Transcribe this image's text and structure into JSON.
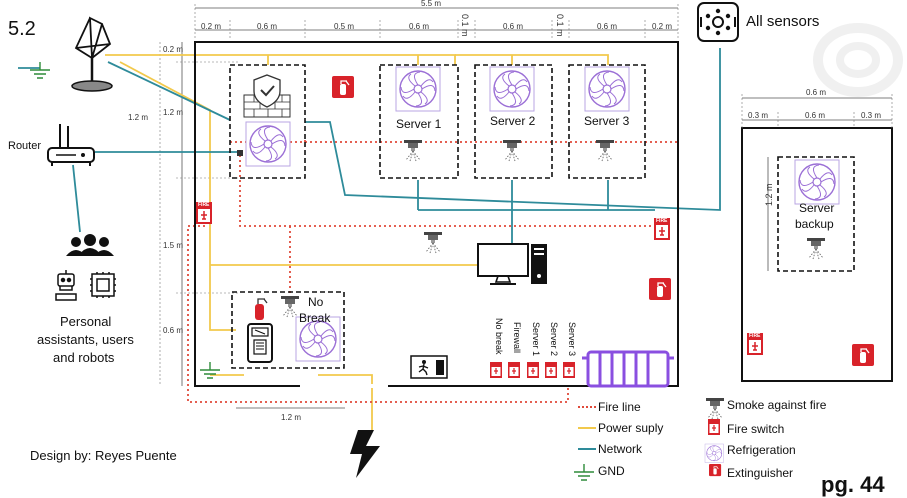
{
  "page": {
    "section_number": "5.2",
    "page_label": "pg. 44",
    "designer": "Design by: Reyes Puente"
  },
  "top_dimensions": {
    "total": "5.5 m",
    "segments": [
      "0.2 m",
      "0.6 m",
      "0.5 m",
      "0.6 m",
      "0.1 m",
      "0.6 m",
      "0.1 m",
      "0.6 m",
      "0.2 m"
    ]
  },
  "left_dimensions": [
    "0.2 m",
    "1.2 m",
    "1.5 m",
    "0.6 m"
  ],
  "left_outer_dimension": "1.2 m",
  "bottom_dimension": "1.2 m",
  "labels": {
    "router": "Router",
    "all_sensors": "All sensors",
    "personal_line1": "Personal",
    "personal_line2": "assistants, users",
    "personal_line3": "and robots",
    "nobreak_line1": "No",
    "nobreak_line2": "Break",
    "server1": "Server 1",
    "server2": "Server 2",
    "server3": "Server 3",
    "backup_line1": "Server",
    "backup_line2": "backup",
    "fire_tag": "FIRE"
  },
  "fire_switch_labels": [
    "No break",
    "Firewall",
    "Server 1",
    "Server 2",
    "Server 3"
  ],
  "backup_room": {
    "total": "0.6 m",
    "segments": [
      "0.3 m",
      "0.6 m",
      "0.3 m"
    ],
    "height": "1.2 m"
  },
  "legend": [
    {
      "label": "Fire line",
      "style": "fire"
    },
    {
      "label": "Power suply",
      "style": "power"
    },
    {
      "label": "Network",
      "style": "network"
    },
    {
      "label": "GND",
      "style": "gnd"
    },
    {
      "label": "Smoke against fire",
      "style": "smoke"
    },
    {
      "label": "Fire switch",
      "style": "switch"
    },
    {
      "label": "Refrigeration",
      "style": "fan"
    },
    {
      "label": "Extinguisher",
      "style": "extinguisher"
    }
  ],
  "colors": {
    "fire_line": "#e04a3a",
    "power": "#f2c94c",
    "network": "#2e8b9a",
    "fire_red": "#d8232a",
    "fan": "#9b6fd6",
    "radiator": "#8a4fe0"
  }
}
